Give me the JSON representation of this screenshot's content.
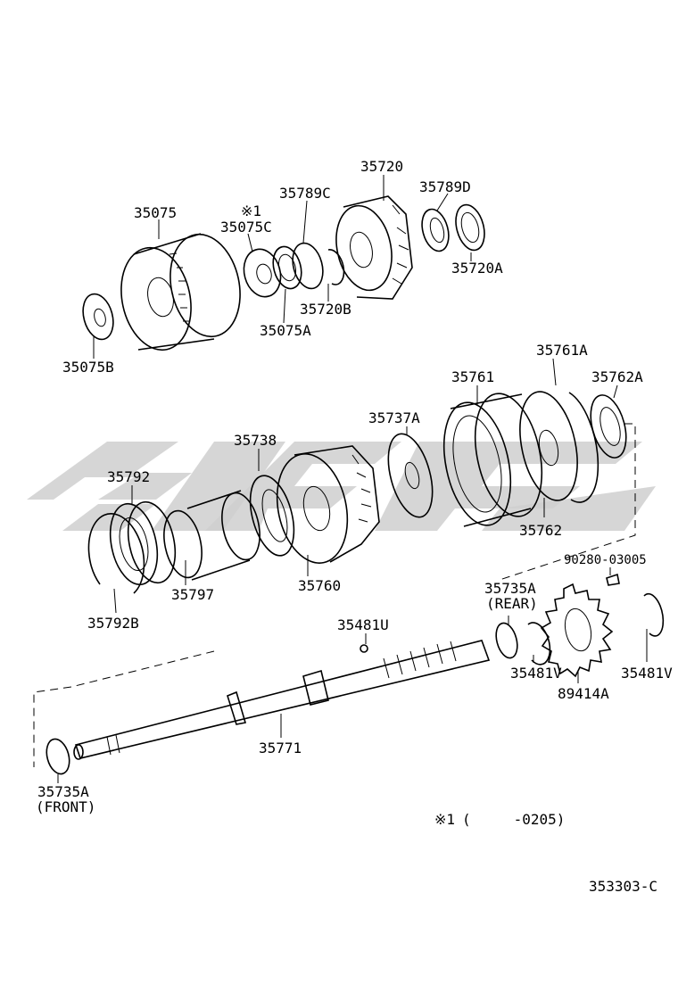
{
  "diagram": {
    "figure_code": "353303-C",
    "footnote": {
      "mark": "※1",
      "range": "(　　　-0205)"
    },
    "parts": [
      {
        "id": "p-35720",
        "label": "35720"
      },
      {
        "id": "p-35789D",
        "label": "35789D"
      },
      {
        "id": "p-35075",
        "label": "35075"
      },
      {
        "id": "p-35075C",
        "label": "35075C",
        "note": "※1"
      },
      {
        "id": "p-35789C",
        "label": "35789C"
      },
      {
        "id": "p-35720A",
        "label": "35720A"
      },
      {
        "id": "p-35720B",
        "label": "35720B"
      },
      {
        "id": "p-35075A",
        "label": "35075A"
      },
      {
        "id": "p-35075B",
        "label": "35075B"
      },
      {
        "id": "p-35761A",
        "label": "35761A"
      },
      {
        "id": "p-35761",
        "label": "35761"
      },
      {
        "id": "p-35762A",
        "label": "35762A"
      },
      {
        "id": "p-35737A",
        "label": "35737A"
      },
      {
        "id": "p-35738",
        "label": "35738"
      },
      {
        "id": "p-35792",
        "label": "35792"
      },
      {
        "id": "p-35762",
        "label": "35762"
      },
      {
        "id": "p-90280-03005",
        "label": "90280-03005"
      },
      {
        "id": "p-35760",
        "label": "35760"
      },
      {
        "id": "p-35797",
        "label": "35797"
      },
      {
        "id": "p-35735A-rear",
        "label": "35735A",
        "sub": "(REAR)"
      },
      {
        "id": "p-35792B",
        "label": "35792B"
      },
      {
        "id": "p-35481U",
        "label": "35481U"
      },
      {
        "id": "p-35481V-a",
        "label": "35481V"
      },
      {
        "id": "p-89414A",
        "label": "89414A"
      },
      {
        "id": "p-35481V-b",
        "label": "35481V"
      },
      {
        "id": "p-35771",
        "label": "35771"
      },
      {
        "id": "p-35735A-front",
        "label": "35735A",
        "sub": "(FRONT)"
      }
    ]
  }
}
